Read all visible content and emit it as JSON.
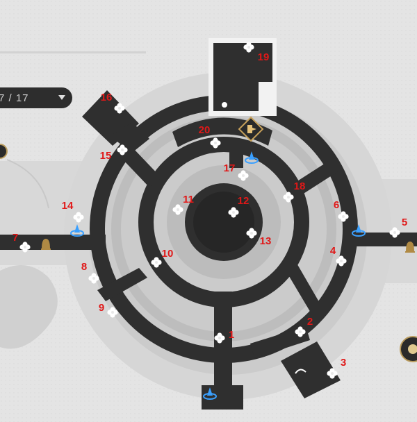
{
  "map_selector": {
    "value": "7 / 17"
  },
  "colors": {
    "marker_number": "#e01818",
    "corridor": "#2f2f2f",
    "plaza": "#c9c9c9",
    "background": "#e6e6e6"
  },
  "icons": {
    "collectible": "clover-icon",
    "anchor": "space-anchor-icon",
    "waypoint": "bell-icon",
    "exit": "exit-door-icon",
    "side": "gear-medallion-icon"
  },
  "markers": [
    {
      "label": "1"
    },
    {
      "label": "2"
    },
    {
      "label": "3"
    },
    {
      "label": "4"
    },
    {
      "label": "5"
    },
    {
      "label": "6"
    },
    {
      "label": "7"
    },
    {
      "label": "8"
    },
    {
      "label": "9"
    },
    {
      "label": "10"
    },
    {
      "label": "11"
    },
    {
      "label": "12"
    },
    {
      "label": "13"
    },
    {
      "label": "14"
    },
    {
      "label": "15"
    },
    {
      "label": "16"
    },
    {
      "label": "17"
    },
    {
      "label": "18"
    },
    {
      "label": "19"
    },
    {
      "label": "20"
    }
  ]
}
